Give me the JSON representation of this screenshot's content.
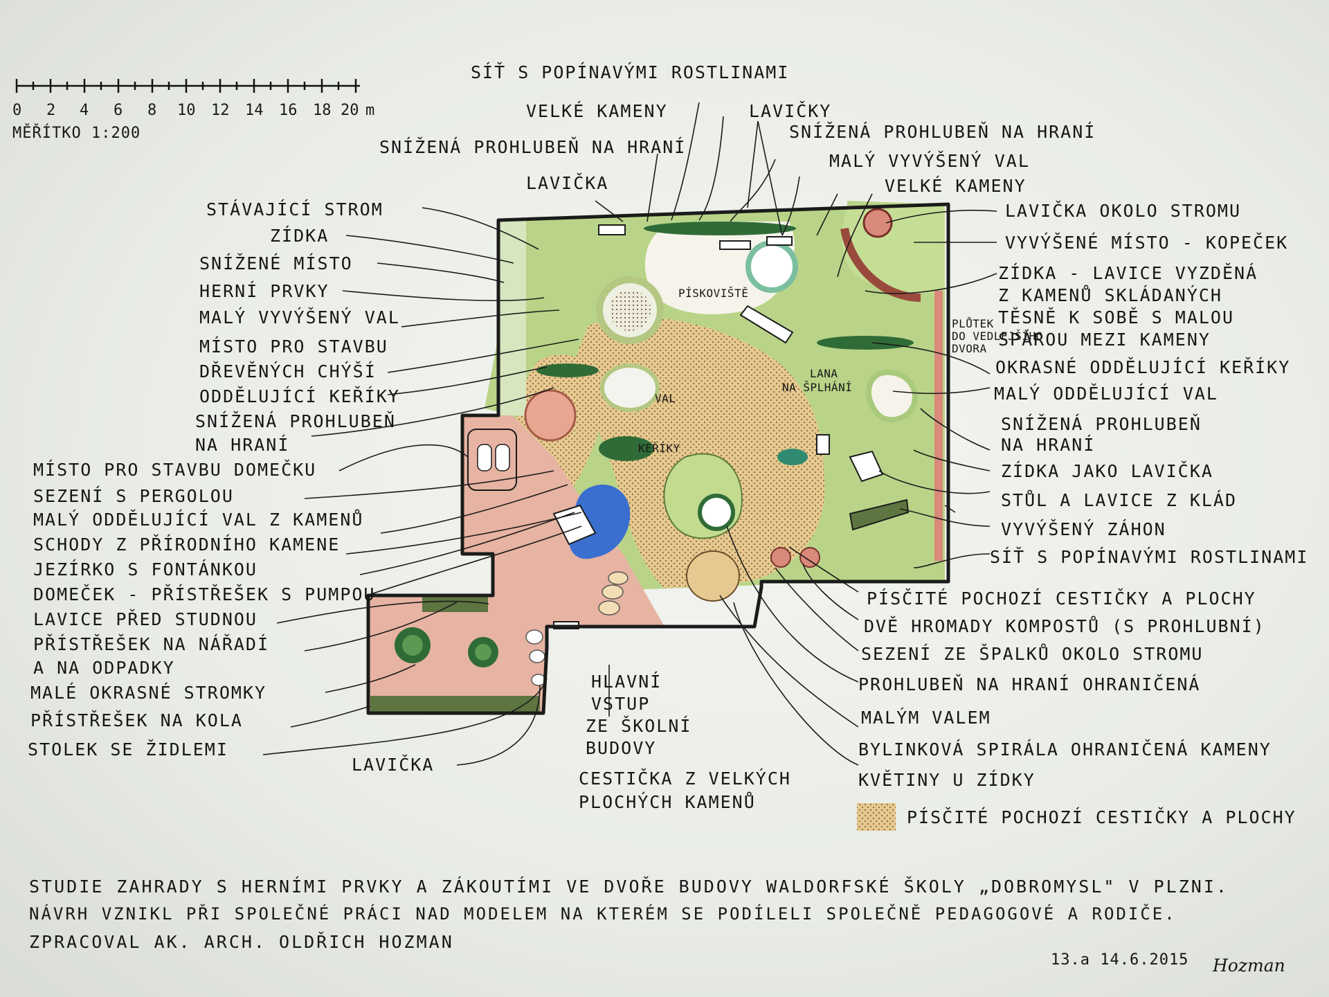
{
  "scale": {
    "ticks": [
      "0",
      "2",
      "4",
      "6",
      "8",
      "10",
      "12",
      "14",
      "16",
      "18",
      "20"
    ],
    "unit": "m",
    "caption": "MĚŘÍTKO 1:200"
  },
  "labels": {
    "sit_top": "SÍŤ S POPÍNAVÝMI ROSTLINAMI",
    "velke_kameny_top": "VELKÉ KAMENY",
    "lavicky": "LAVIČKY",
    "snizena_prohluben_top_left": "SNÍŽENÁ PROHLUBEŇ NA HRANÍ",
    "snizena_prohluben_top_right": "SNÍŽENÁ PROHLUBEŇ NA HRANÍ",
    "maly_vyvyseny_val_top": "MALÝ VYVÝŠENÝ VAL",
    "velke_kameny_right": "VELKÉ KAMENY",
    "lavicka_top": "LAVIČKA",
    "stavajici_strom": "STÁVAJÍCÍ STROM",
    "zidka": "ZÍDKA",
    "snizene_misto": "SNÍŽENÉ MÍSTO",
    "herni_prvky": "HERNÍ PRVKY",
    "maly_vyvyseny_val_left": "MALÝ VYVÝŠENÝ VAL",
    "misto_chysi_1": "MÍSTO PRO STAVBU",
    "misto_chysi_2": "DŘEVĚNÝCH CHÝŠÍ",
    "oddelujici_keriky": "ODDĚLUJÍCÍ KEŘÍKY",
    "snizena_prohluben_left_1": "SNÍŽENÁ PROHLUBEŇ",
    "snizena_prohluben_left_2": "NA HRANÍ",
    "misto_domecku": "MÍSTO PRO STAVBU DOMEČKU",
    "sezeni_pergola": "SEZENÍ S PERGOLOU",
    "maly_val_kamenu": "MALÝ ODDĚLUJÍCÍ VAL Z KAMENŮ",
    "schody": "SCHODY Z PŘÍRODNÍHO KAMENE",
    "jezirko": "JEZÍRKO S FONTÁNKOU",
    "domecek_pumpou": "DOMEČEK - PŘÍSTŘEŠEK S PUMPOU",
    "lavice_studnou": "LAVICE PŘED STUDNOU",
    "naradi_1": "PŘÍSTŘEŠEK NA NÁŘADÍ",
    "naradi_2": "A NA ODPADKY",
    "male_stromky": "MALÉ OKRASNÉ STROMKY",
    "kola": "PŘÍSTŘEŠEK NA KOLA",
    "stolek": "STOLEK SE ŽIDLEMI",
    "lavicka_bottom": "LAVIČKA",
    "hlavni_vstup_1": "HLAVNÍ",
    "hlavni_vstup_2": "VSTUP",
    "hlavni_vstup_3": "ZE ŠKOLNÍ",
    "hlavni_vstup_4": "BUDOVY",
    "cesticka_1": "CESTIČKA Z VELKÝCH",
    "cesticka_2": "PLOCHÝCH KAMENŮ",
    "lavicka_strom": "LAVIČKA OKOLO STROMU",
    "kopecek": "VYVÝŠENÉ MÍSTO - KOPEČEK",
    "zidka_lavice_1": "ZÍDKA - LAVICE VYZDĚNÁ",
    "zidka_lavice_2": "Z KAMENŮ SKLÁDANÝCH",
    "zidka_lavice_3": "TĚSNĚ K SOBĚ S MALOU",
    "zidka_lavice_4": "SPÁROU MEZI KAMENY",
    "okrasne_keriky": "OKRASNÉ ODDĚLUJÍCÍ KEŘÍKY",
    "maly_oddelujici_val": "MALÝ ODDĚLUJÍCÍ VAL",
    "snizena_prohluben_right_1": "SNÍŽENÁ PROHLUBEŇ",
    "snizena_prohluben_right_2": "NA HRANÍ",
    "zidka_lavicka": "ZÍDKA JAKO LAVIČKA",
    "stul_lavice": "STŮL A LAVICE Z KLÁD",
    "vyvyseny_zahon": "VYVÝŠENÝ ZÁHON",
    "sit_right": "SÍŤ S POPÍNAVÝMI ROSTLINAMI",
    "piscite_cesticky": "PÍSČITÉ POCHOZÍ CESTIČKY A PLOCHY",
    "kompost": "DVĚ HROMADY KOMPOSTŮ (S PROHLUBNÍ)",
    "spalky": "SEZENÍ ZE ŠPALKŮ OKOLO STROMU",
    "prohluben_valem_1": "PROHLUBEŇ NA HRANÍ OHRANIČENÁ",
    "prohluben_valem_2": "MALÝM VALEM",
    "bylinkova": "BYLINKOVÁ SPIRÁLA OHRANIČENÁ KAMENY",
    "kvetiny": "KVĚTINY U ZÍDKY",
    "legend_piscite": "PÍSČITÉ POCHOZÍ CESTIČKY A PLOCHY",
    "plutek_1": "PLŮTEK",
    "plutek_2": "DO VEDLEJŠÍHO",
    "plutek_3": "DVORA",
    "piskoviste": "PÍSKOVIŠTĚ",
    "lana_1": "LANA",
    "lana_2": "NA ŠPLHÁNÍ",
    "val_inner": "VAL",
    "keriky_inner": "KEŘÍKY"
  },
  "footer": {
    "line1": "STUDIE ZAHRADY S HERNÍMI PRVKY A ZÁKOUTÍMI VE DVOŘE BUDOVY WALDORFSKÉ ŠKOLY „DOBROMYSL\" V PLZNI.",
    "line2": "NÁVRH VZNIKL PŘI SPOLEČNÉ PRÁCI NAD MODELEM NA KTERÉM SE PODÍLELI SPOLEČNĚ PEDAGOGOVÉ A RODIČE.",
    "line3": "ZPRACOVAL AK. ARCH. OLDŘICH HOZMAN",
    "date": "13.a 14.6.2015",
    "signature": "Hozman"
  },
  "colors": {
    "lawn": "#b7d285",
    "sand": "#e3c98e",
    "paving": "#e7b3a2",
    "pond": "#3a6fd0",
    "shrub": "#2f6b36",
    "outline": "#1b1b1b"
  }
}
